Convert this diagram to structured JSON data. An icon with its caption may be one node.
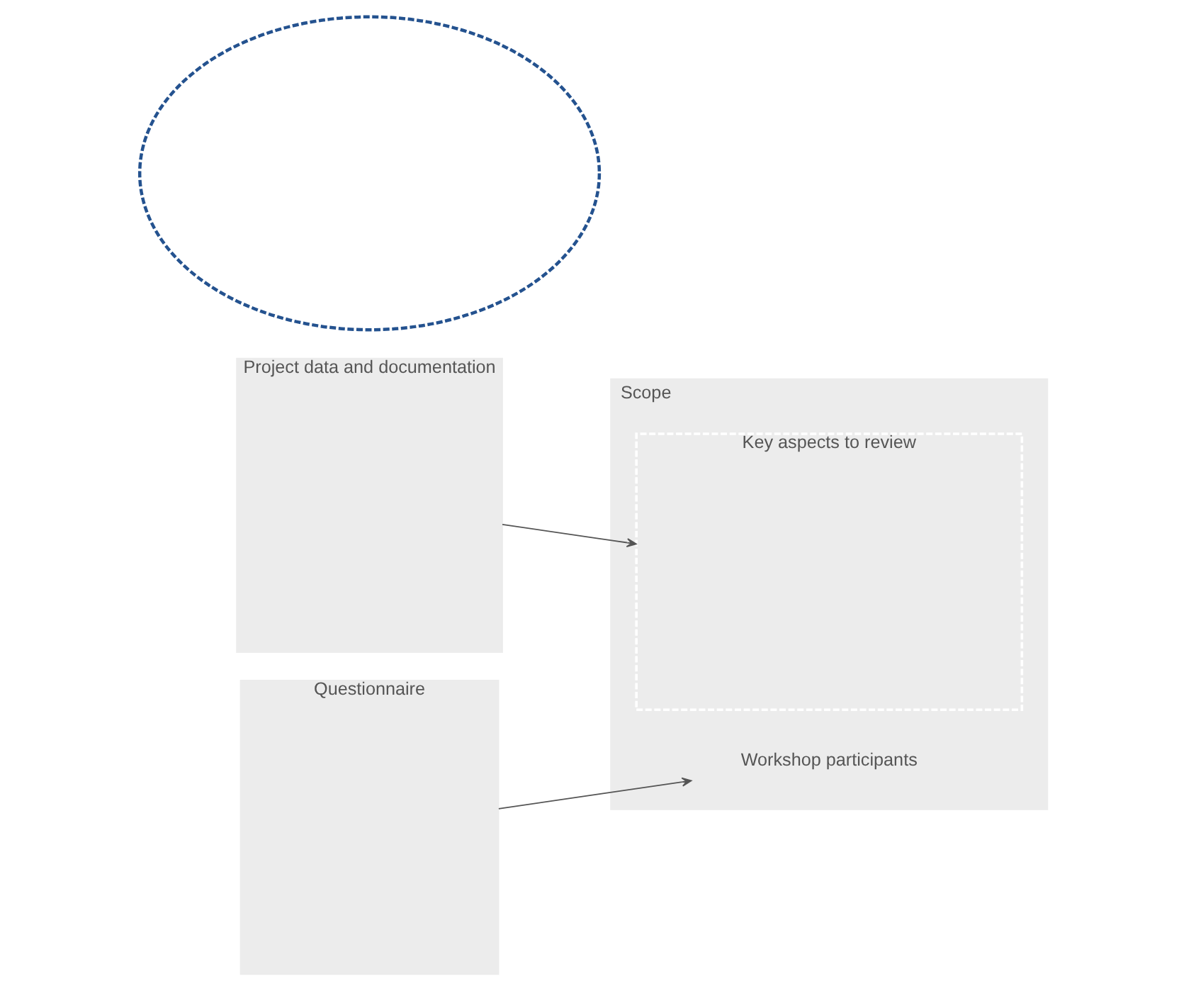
{
  "diagram": {
    "nodes": [
      {
        "text": [
          "Project data and documentation"
        ]
      },
      {
        "text": [
          "Questionnaire"
        ]
      },
      {
        "text": [
          "Scope"
        ]
      },
      {
        "text": [
          "Key aspects to review"
        ],
        "in": 2
      },
      {
        "text": [],
        "shape": "ellipse"
      },
      {
        "text": [
          "Workshop participants"
        ],
        "in": 2
      }
    ],
    "edges": [
      {
        "from": 0,
        "to": 3,
        "arrow": "to"
      },
      {
        "from": 1,
        "to": 5,
        "arrow": "to"
      }
    ]
  }
}
